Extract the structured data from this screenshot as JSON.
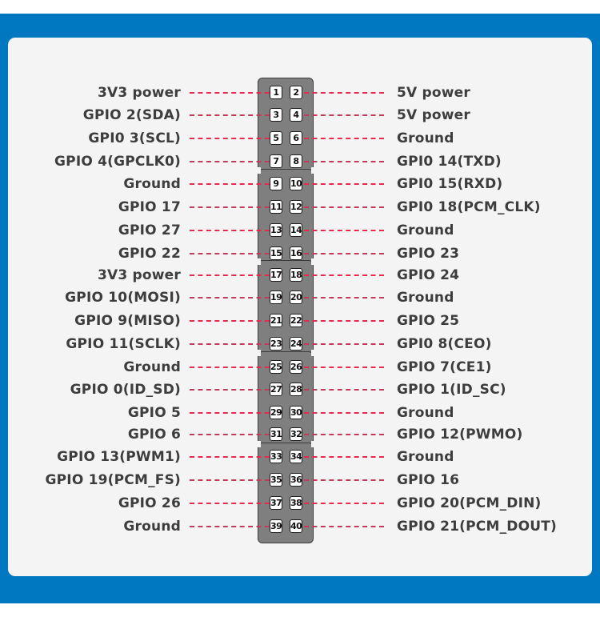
{
  "colors": {
    "frame": "#0078c1",
    "panel": "#f4f4f4",
    "header_body": "#7f7f7f",
    "dash": "#e8294e",
    "label_text": "#3d3d3d"
  },
  "pinout": {
    "rows": [
      {
        "left_label": "3V3 power",
        "left_pin": "1",
        "right_pin": "2",
        "right_label": "5V power"
      },
      {
        "left_label": "GPIO 2(SDA)",
        "left_pin": "3",
        "right_pin": "4",
        "right_label": "5V power"
      },
      {
        "left_label": "GPI0 3(SCL)",
        "left_pin": "5",
        "right_pin": "6",
        "right_label": "Ground"
      },
      {
        "left_label": "GPIO 4(GPCLK0)",
        "left_pin": "7",
        "right_pin": "8",
        "right_label": "GPI0 14(TXD)"
      },
      {
        "left_label": "Ground",
        "left_pin": "9",
        "right_pin": "10",
        "right_label": "GPI0 15(RXD)"
      },
      {
        "left_label": "GPIO 17",
        "left_pin": "11",
        "right_pin": "12",
        "right_label": "GPI0 18(PCM_CLK)"
      },
      {
        "left_label": "GPIO 27",
        "left_pin": "13",
        "right_pin": "14",
        "right_label": "Ground"
      },
      {
        "left_label": "GPIO 22",
        "left_pin": "15",
        "right_pin": "16",
        "right_label": "GPIO 23"
      },
      {
        "left_label": "3V3 power",
        "left_pin": "17",
        "right_pin": "18",
        "right_label": "GPIO 24"
      },
      {
        "left_label": "GPIO 10(MOSI)",
        "left_pin": "19",
        "right_pin": "20",
        "right_label": "Ground"
      },
      {
        "left_label": "GPIO 9(MISO)",
        "left_pin": "21",
        "right_pin": "22",
        "right_label": "GPIO 25"
      },
      {
        "left_label": "GPIO 11(SCLK)",
        "left_pin": "23",
        "right_pin": "24",
        "right_label": "GPI0 8(CEO)"
      },
      {
        "left_label": "Ground",
        "left_pin": "25",
        "right_pin": "26",
        "right_label": "GPIO 7(CE1)"
      },
      {
        "left_label": "GPIO 0(ID_SD)",
        "left_pin": "27",
        "right_pin": "28",
        "right_label": "GPIO 1(ID_SC)"
      },
      {
        "left_label": "GPIO 5",
        "left_pin": "29",
        "right_pin": "30",
        "right_label": "Ground"
      },
      {
        "left_label": "GPIO 6",
        "left_pin": "31",
        "right_pin": "32",
        "right_label": "GPIO 12(PWMO)"
      },
      {
        "left_label": "GPIO 13(PWM1)",
        "left_pin": "33",
        "right_pin": "34",
        "right_label": "Ground"
      },
      {
        "left_label": "GPIO 19(PCM_FS)",
        "left_pin": "35",
        "right_pin": "36",
        "right_label": "GPIO 16"
      },
      {
        "left_label": "GPIO 26",
        "left_pin": "37",
        "right_pin": "38",
        "right_label": "GPIO 20(PCM_DIN)"
      },
      {
        "left_label": "Ground",
        "left_pin": "39",
        "right_pin": "40",
        "right_label": "GPIO 21(PCM_DOUT)"
      }
    ]
  }
}
